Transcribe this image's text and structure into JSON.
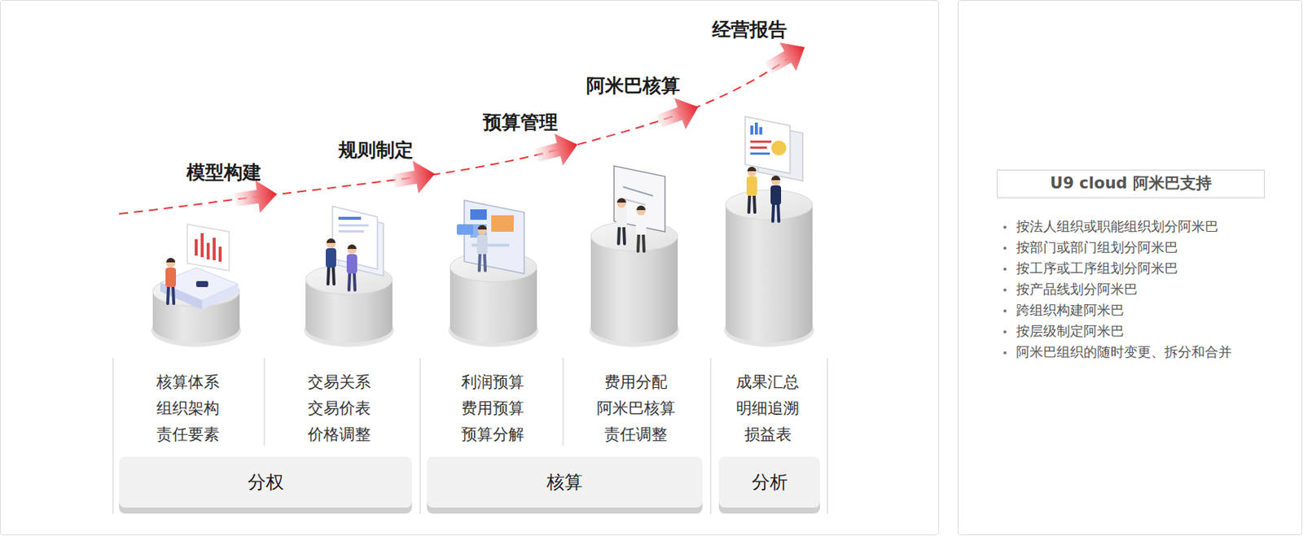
{
  "diagram": {
    "nodes": [
      {
        "text": [
          "分权"
        ]
      },
      {
        "text": [
          "核算"
        ]
      },
      {
        "text": [
          "分析"
        ]
      },
      {
        "text": [
          "按法人组织或职能组织划分阿米巴",
          "按部门或部门组划分阿米巴",
          "按工序或工序组划分阿米巴",
          "按产品线划分阿米巴",
          "跨组织构建阿米巴",
          "按层级制定阿米巴",
          "阿米巴组织的随时变更、拆分和合并"
        ]
      },
      {
        "text": [
          "U9 cloud 阿米巴支持"
        ],
        "in": 3
      }
    ],
    "labels": [
      "模型构建",
      "规则制定",
      "预算管理",
      "阿米巴核算",
      "经营报告",
      "核算体系",
      "组织架构",
      "责任要素",
      "交易关系",
      "交易价表",
      "价格调整",
      "利润预算",
      "费用预算",
      "预算分解",
      "费用分配",
      "阿米巴核算",
      "责任调整",
      "成果汇总",
      "明细追溯",
      "损益表"
    ]
  }
}
